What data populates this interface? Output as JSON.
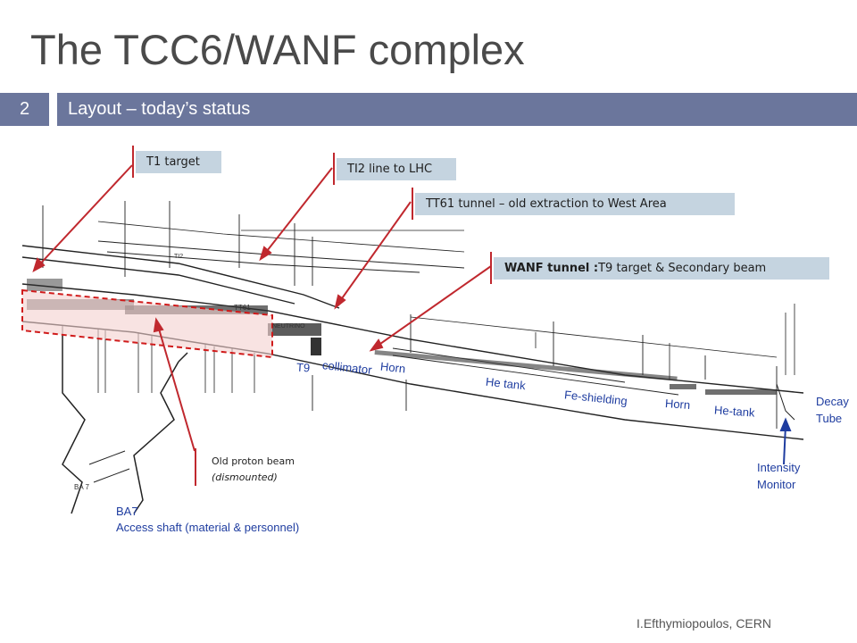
{
  "slide": {
    "title": "The TCC6/WANF complex",
    "number": "2",
    "subtitle": "Layout – today’s status",
    "footer": "I.Efthymiopoulos, CERN"
  },
  "callouts": {
    "t1": "T1 target",
    "ti2": "TI2 line to LHC",
    "tt61": "TT61 tunnel – old extraction to West Area",
    "wanf_bold": "WANF tunnel :",
    "wanf_rest": " T9 target & Secondary beam",
    "old_beam_1": "Old proton beam",
    "old_beam_2": "(dismounted)"
  },
  "diagram_labels": {
    "t9": "T9",
    "collimator": "collimator",
    "horn1": "Horn",
    "he_tank": "He tank",
    "fe_shielding": "Fe-shielding",
    "horn2": "Horn",
    "he_tank2": "He-tank",
    "decay": "Decay",
    "tube": "Tube",
    "intensity": "Intensity",
    "monitor": "Monitor",
    "ba7": "BA7",
    "access_shaft": "Access shaft (material & personnel)",
    "drawing_ba7": "BA 7",
    "drawing_tt61": "TT61",
    "drawing_ti2": "TI2",
    "drawing_neutrino": "NEUTRINO"
  },
  "colors": {
    "accent_bar": "#6b769c",
    "callout_bg": "#c5d4e0",
    "arrow_red": "#c0282e",
    "label_blue": "#1f3da0"
  }
}
